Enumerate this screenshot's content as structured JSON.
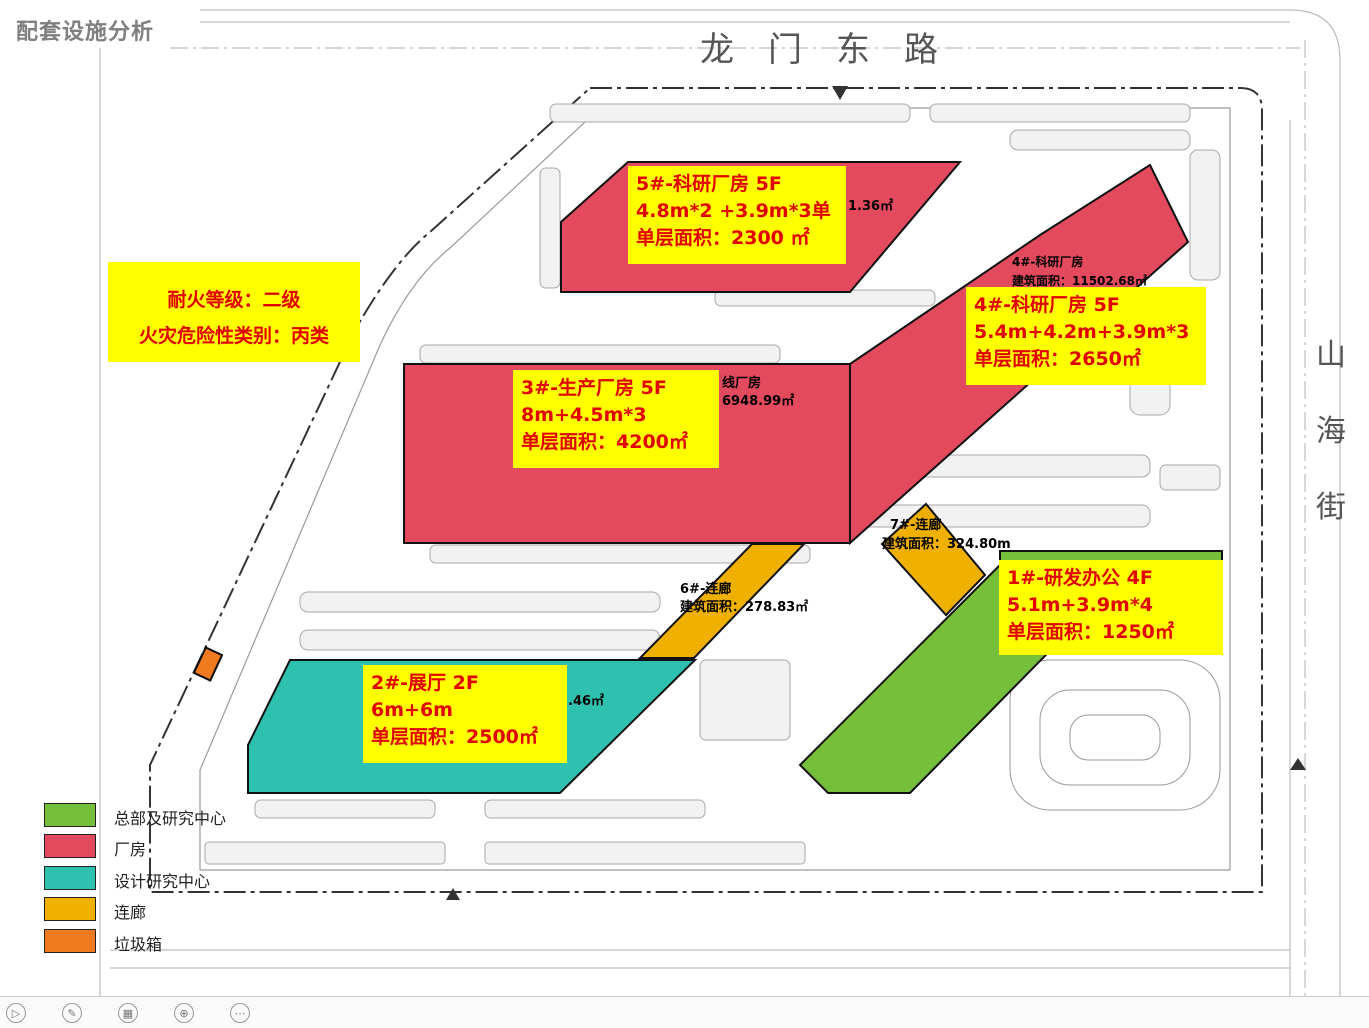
{
  "page": {
    "title": "配套设施分析"
  },
  "roads": {
    "top": "龙门东路",
    "right": [
      "山",
      "海",
      "街"
    ]
  },
  "fire_info": {
    "line1": "耐火等级：二级",
    "line2": "火灾危险性类别：丙类"
  },
  "buildings": [
    {
      "id": "b5",
      "name": "5#-科研厂房 5F",
      "heights": "4.8m*2 +3.9m*3单",
      "area": "单层面积：2300 ㎡",
      "under": "1.36㎡"
    },
    {
      "id": "b4",
      "name": "4#-科研厂房 5F",
      "heights": "5.4m+4.2m+3.9m*3",
      "area": "单层面积：2650㎡",
      "plan_name": "4#-科研厂房",
      "plan_area": "建筑面积：11502.68㎡"
    },
    {
      "id": "b3",
      "name": "3#-生产厂房 5F",
      "heights": "8m+4.5m*3",
      "area": "单层面积：4200㎡",
      "under1": "线厂房",
      "under2": "6948.99㎡"
    },
    {
      "id": "b1",
      "name": "1#-研发办公 4F",
      "heights": "5.1m+3.9m*4",
      "area": "单层面积：1250㎡"
    },
    {
      "id": "b2",
      "name": "2#-展厅 2F",
      "heights": "6m+6m",
      "area": "单层面积：2500㎡",
      "under": ".46㎡"
    }
  ],
  "corridors": [
    {
      "id": "c6",
      "name": "6#-连廊",
      "area": "建筑面积：278.83㎡"
    },
    {
      "id": "c7",
      "name": "7#-连廊",
      "area": "建筑面积：324.80m"
    }
  ],
  "legend": [
    {
      "label": "总部及研究中心",
      "color": "#76bf3b"
    },
    {
      "label": "厂房",
      "color": "#e34a5e"
    },
    {
      "label": "设计研究中心",
      "color": "#2fc1b0"
    },
    {
      "label": "连廊",
      "color": "#f0b000"
    },
    {
      "label": "垃圾箱",
      "color": "#f07a20"
    }
  ],
  "colors": {
    "factory": "#e34a5e",
    "office": "#76bf3b",
    "exhibit": "#2fc1b0",
    "corridor": "#f0b000",
    "trash": "#f07a20",
    "label_bg": "#ffff00",
    "label_text": "#e00000"
  }
}
